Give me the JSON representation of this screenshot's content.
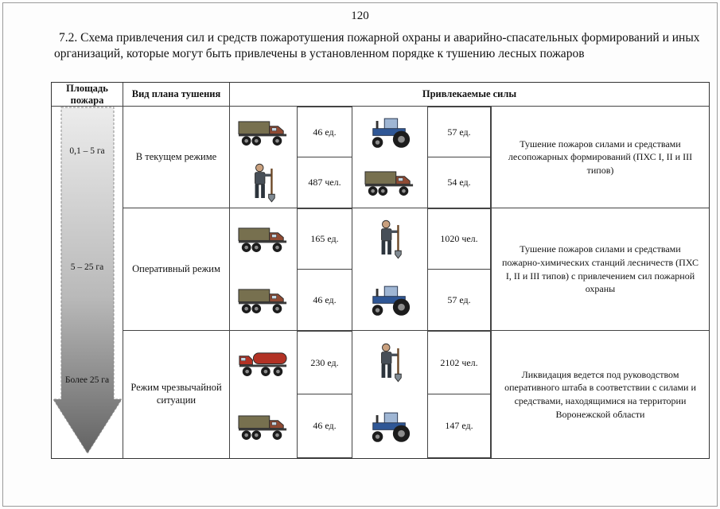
{
  "page_number": "120",
  "title": "7.2. Схема привлечения сил и средств пожаротушения пожарной охраны и аварийно-спасательных формирований и иных организаций, которые могут быть привлечены в установленном порядке к тушению лесных пожаров",
  "table": {
    "header": {
      "area": "Площадь пожара",
      "plan": "Вид плана тушения",
      "forces": "Привлекаемые силы"
    },
    "rows": [
      {
        "area": "0,1 – 5 га",
        "plan": "В текущем режиме",
        "cells": [
          {
            "icon": "truck-icon",
            "value": "46 ед."
          },
          {
            "icon": "tractor-icon",
            "value": "57 ед."
          },
          {
            "icon": "firefighter-shovel-icon",
            "value": "487 чел."
          },
          {
            "icon": "truck-icon",
            "value": "54 ед."
          }
        ],
        "description": "Тушение пожаров силами и средствами лесопожарных формирований (ПХС I, II и III типов)"
      },
      {
        "area": "5 – 25 га",
        "plan": "Оперативный режим",
        "cells": [
          {
            "icon": "truck-icon",
            "value": "165 ед."
          },
          {
            "icon": "firefighter-shovel-icon",
            "value": "1020 чел."
          },
          {
            "icon": "truck-icon",
            "value": "46 ед."
          },
          {
            "icon": "tractor-icon",
            "value": "57 ед."
          }
        ],
        "description": "Тушение пожаров силами и средствами пожарно-химических станций лесничеств (ПХС I, II и III типов) с привлечением сил пожарной охраны"
      },
      {
        "area": "Более 25 га",
        "plan": "Режим чрезвычайной ситуации",
        "cells": [
          {
            "icon": "fire-truck-icon",
            "value": "230 ед."
          },
          {
            "icon": "firefighter-shovel-icon",
            "value": "2102 чел."
          },
          {
            "icon": "truck-icon",
            "value": "46 ед."
          },
          {
            "icon": "tractor-icon",
            "value": "147 ед."
          }
        ],
        "description": "Ликвидация ведется под руководством оперативного штаба в соответствии с силами и средствами, находящимися на территории Воронежской области"
      }
    ]
  }
}
